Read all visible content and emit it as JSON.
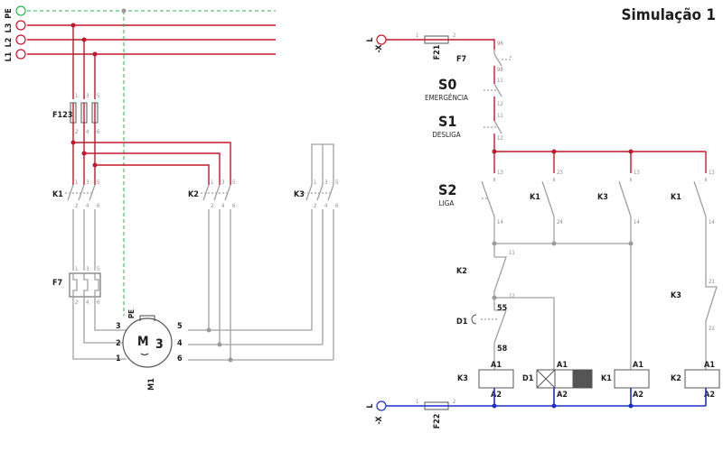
{
  "title": "Simulação 1",
  "power": {
    "lines": [
      "PE",
      "L3",
      "L2",
      "L1"
    ],
    "fuse": "F123",
    "fuse_pins_top": [
      "1",
      "3",
      "5"
    ],
    "fuse_pins_bottom": [
      "2",
      "4",
      "6"
    ],
    "contactors": [
      "K1",
      "K2",
      "K3"
    ],
    "contact_pins_top": [
      "1",
      "3",
      "5"
    ],
    "contact_pins_bottom": [
      "2",
      "4",
      "6"
    ],
    "overload": "F7",
    "motor": {
      "name": "M1",
      "symbol": "M",
      "phases": "3",
      "pe": "PE",
      "terminals": [
        "3",
        "2",
        "1",
        "5",
        "4",
        "6"
      ]
    }
  },
  "control": {
    "supply_top": "-X",
    "supply_top_pin": "L",
    "supply_bottom": "-X",
    "supply_bottom_pin": "L",
    "fuse_top": "F21",
    "fuse_bottom": "F22",
    "fuse_pins": [
      "1",
      "2"
    ],
    "f7": "F7",
    "f7_pins": [
      "96",
      "98"
    ],
    "s0": "S0",
    "s0_caption": "EMERGÊNCIA",
    "s1": "S1",
    "s1_caption": "DESLIGA",
    "s2": "S2",
    "s2_caption": "LIGA",
    "contacts": {
      "k1": "K1",
      "k3": "K3",
      "k1b": "K1",
      "k2": "K2",
      "k3b": "K3"
    },
    "timer": "D1",
    "timer_pins": [
      "55",
      "58"
    ],
    "coils": [
      "K3",
      "D1",
      "K1",
      "K2"
    ],
    "coil_pins": [
      "A1",
      "A2"
    ],
    "pin_numbers": {
      "p11": "11",
      "p12": "12",
      "p13": "13",
      "p14": "14",
      "p23": "23",
      "p24": "24",
      "p21": "21",
      "p22": "22"
    }
  },
  "colors": {
    "phase": "#c0182a",
    "pe": "#2fb34a",
    "neutral": "#1a2fc8",
    "wire": "#a0a0a0"
  }
}
